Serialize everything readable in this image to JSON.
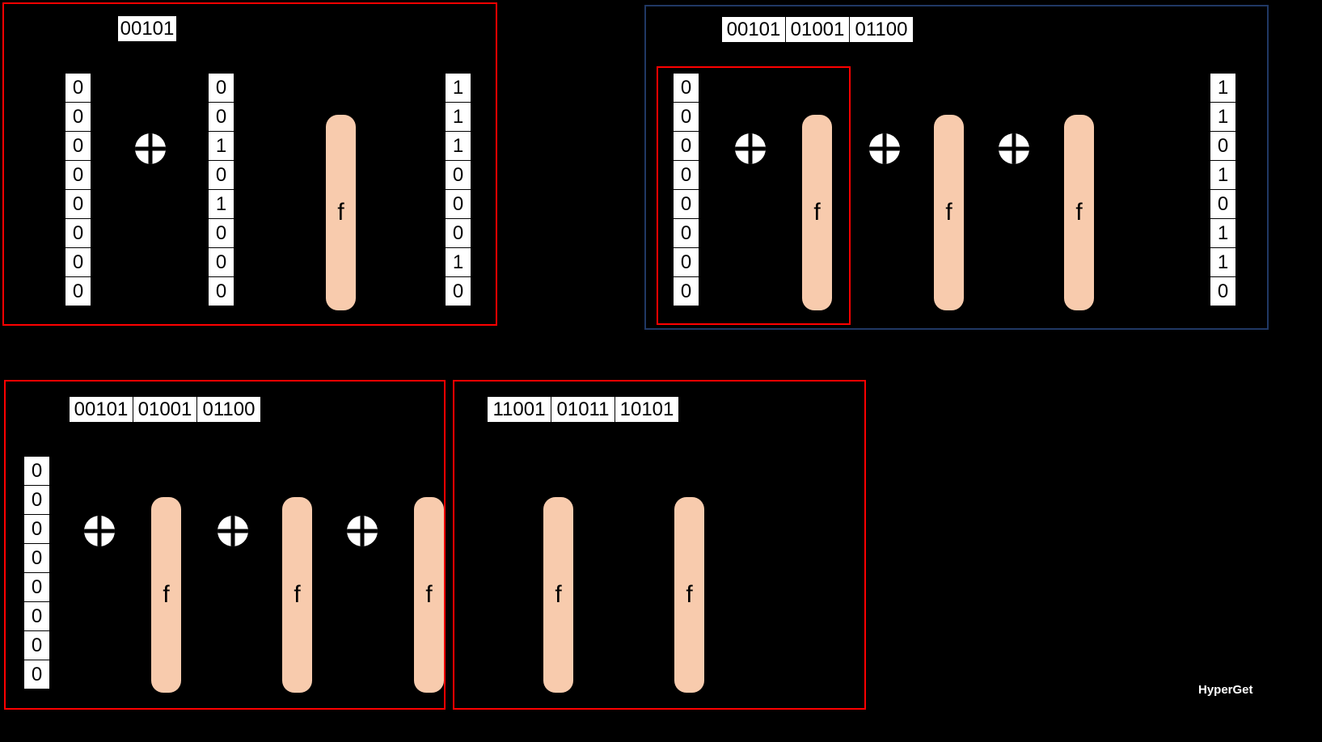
{
  "watermark": "HyperGet",
  "f_label": "f",
  "colors": {
    "background": "#000000",
    "f_block": "#F8CBAD",
    "panel_border_red": "#FF0000",
    "panel_border_blue": "#203864",
    "cell_background": "#FFFFFF"
  },
  "panel1": {
    "header": [
      "00101"
    ],
    "input_col": [
      "0",
      "0",
      "0",
      "0",
      "0",
      "0",
      "0",
      "0"
    ],
    "message_col": [
      "0",
      "0",
      "1",
      "0",
      "1",
      "0",
      "0",
      "0"
    ],
    "output_col": [
      "1",
      "1",
      "1",
      "0",
      "0",
      "0",
      "1",
      "0"
    ]
  },
  "panel2": {
    "header": [
      "00101",
      "01001",
      "01100"
    ],
    "input_col": [
      "0",
      "0",
      "0",
      "0",
      "0",
      "0",
      "0",
      "0"
    ],
    "output_col": [
      "1",
      "1",
      "0",
      "1",
      "0",
      "1",
      "1",
      "0"
    ]
  },
  "panel3": {
    "header": [
      "00101",
      "01001",
      "01100"
    ],
    "input_col": [
      "0",
      "0",
      "0",
      "0",
      "0",
      "0",
      "0",
      "0"
    ]
  },
  "panel4": {
    "header": [
      "11001",
      "01011",
      "10101"
    ]
  }
}
